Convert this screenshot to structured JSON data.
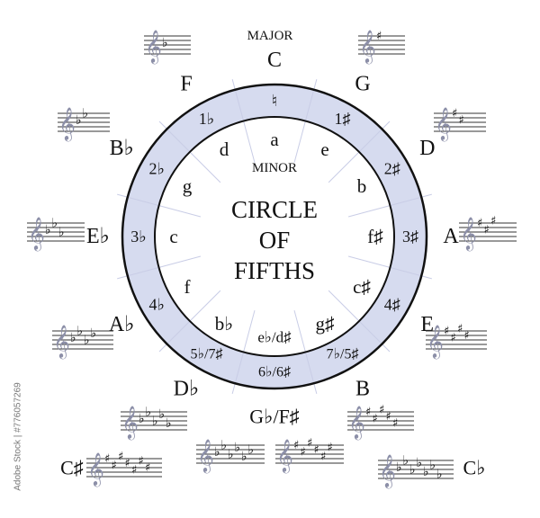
{
  "title": {
    "major": "MAJOR",
    "minor": "MINOR",
    "center_lines": [
      "CIRCLE",
      "OF",
      "FIFTHS"
    ]
  },
  "colors": {
    "ring_fill": "#d6dbef",
    "ring_stroke": "#111111",
    "divider": "#c9cde6",
    "clef": "#8c8fa8",
    "text": "#111111"
  },
  "keys": [
    {
      "major": "C",
      "ring": "♮",
      "minor": "a"
    },
    {
      "major": "G",
      "ring": "1♯",
      "minor": "e"
    },
    {
      "major": "D",
      "ring": "2♯",
      "minor": "b"
    },
    {
      "major": "A",
      "ring": "3♯",
      "minor": "f♯"
    },
    {
      "major": "E",
      "ring": "4♯",
      "minor": "c♯"
    },
    {
      "major": "B",
      "ring": "7♭/5♯",
      "minor": "g♯"
    },
    {
      "major": "G♭/F♯",
      "ring": "6♭/6♯",
      "minor": "e♭/d♯"
    },
    {
      "major": "D♭",
      "ring": "5♭/7♯",
      "minor": "b♭"
    },
    {
      "major": "A♭",
      "ring": "4♭",
      "minor": "f"
    },
    {
      "major": "E♭",
      "ring": "3♭",
      "minor": "c"
    },
    {
      "major": "B♭",
      "ring": "2♭",
      "minor": "g"
    },
    {
      "major": "F",
      "ring": "1♭",
      "minor": "d"
    }
  ],
  "extra_labels": [
    {
      "name": "c-sharp-major",
      "text": "C♯"
    },
    {
      "name": "c-flat-major",
      "text": "C♭"
    }
  ],
  "staves": [
    {
      "key": "F",
      "type": "flat",
      "count": 1
    },
    {
      "key": "G",
      "type": "sharp",
      "count": 1
    },
    {
      "key": "Bb",
      "type": "flat",
      "count": 2
    },
    {
      "key": "D",
      "type": "sharp",
      "count": 2
    },
    {
      "key": "Eb",
      "type": "flat",
      "count": 3
    },
    {
      "key": "A",
      "type": "sharp",
      "count": 3
    },
    {
      "key": "Ab",
      "type": "flat",
      "count": 4
    },
    {
      "key": "E",
      "type": "sharp",
      "count": 4
    },
    {
      "key": "Db",
      "type": "flat",
      "count": 5
    },
    {
      "key": "B",
      "type": "sharp",
      "count": 5
    },
    {
      "key": "Gb",
      "type": "flat",
      "count": 6
    },
    {
      "key": "F#",
      "type": "sharp",
      "count": 6
    },
    {
      "key": "C#",
      "type": "sharp",
      "count": 7
    },
    {
      "key": "Cb",
      "type": "flat",
      "count": 7
    }
  ],
  "watermark": "Adobe Stock | #776057269"
}
